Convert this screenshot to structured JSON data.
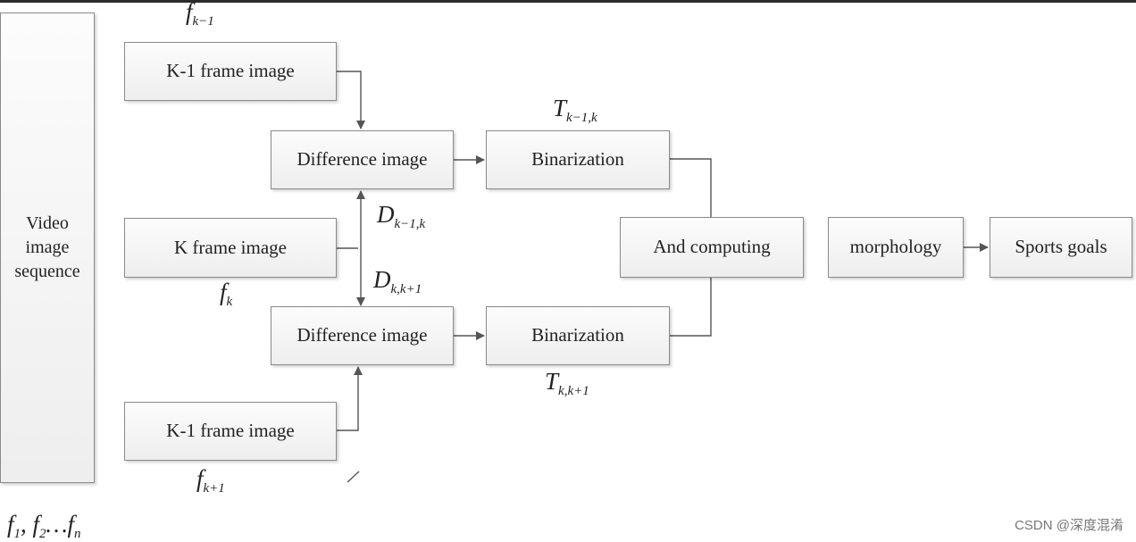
{
  "diagram": {
    "nodes": {
      "video_sequence": [
        "Video",
        "image",
        "sequence"
      ],
      "frame_prev": "K-1 frame image",
      "frame_curr": "K frame image",
      "frame_next": "K-1 frame image",
      "diff_top": "Difference image",
      "diff_bottom": "Difference image",
      "bin_top": "Binarization",
      "bin_bottom": "Binarization",
      "and": "And computing",
      "morph": "morphology",
      "goal": "Sports goals"
    },
    "labels": {
      "f_prev": {
        "base": "f",
        "sub": "k−1"
      },
      "f_curr": {
        "base": "f",
        "sub": "k"
      },
      "f_next": {
        "base": "f",
        "sub": "k+1"
      },
      "T_top": {
        "base": "T",
        "sub": "k−1,k"
      },
      "T_bottom": {
        "base": "T",
        "sub": "k,k+1"
      },
      "D_top": {
        "base": "D",
        "sub": "k−1,k"
      },
      "D_bottom": {
        "base": "D",
        "sub": "k,k+1"
      },
      "seq": {
        "f1": "f",
        "s1": "1",
        "f2": ", f",
        "s2": "2",
        "f3": "…f",
        "s3": "n"
      }
    },
    "watermark": "CSDN @深度混淆"
  }
}
